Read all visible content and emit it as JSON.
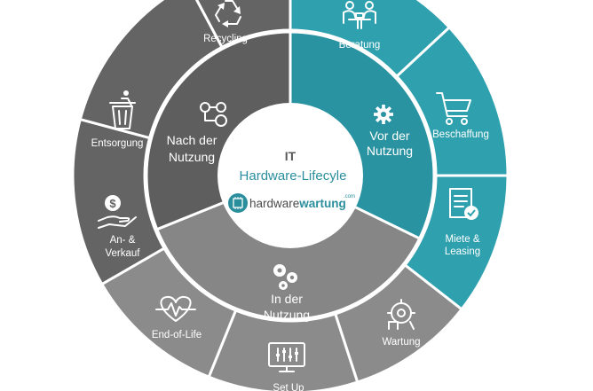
{
  "center": {
    "title": "IT",
    "subtitle": "Hardware-Lifecyle",
    "logo_text_a": "hardware",
    "logo_text_b": "wartung",
    "logo_suffix": ".com"
  },
  "phases": {
    "vor": {
      "line1": "Vor der",
      "line2": "Nutzung",
      "icon": "gear-icon"
    },
    "nach": {
      "line1": "Nach der",
      "line2": "Nutzung",
      "icon": "process-gears-icon"
    },
    "in": {
      "line1": "In der",
      "line2": "Nutzung",
      "icon": "gears-icon"
    }
  },
  "stages": {
    "beratung": {
      "label": "Beratung",
      "icon": "meeting-icon"
    },
    "beschaffung": {
      "label": "Beschaffung",
      "icon": "shopping-cart-icon"
    },
    "miete": {
      "line1": "Miete &",
      "line2": "Leasing",
      "icon": "contract-icon"
    },
    "wartung": {
      "label": "Wartung",
      "icon": "maintenance-icon"
    },
    "setup": {
      "label": "Set Up",
      "icon": "monitor-settings-icon"
    },
    "endoflife": {
      "label": "End-of-Life",
      "icon": "heartbeat-icon"
    },
    "verkauf": {
      "line1": "An- &",
      "line2": "Verkauf",
      "icon": "money-hand-icon"
    },
    "entsorgung": {
      "label": "Entsorgung",
      "icon": "trash-icon"
    },
    "recycling": {
      "label": "Recycling",
      "icon": "recycle-icon"
    }
  },
  "colors": {
    "teal": "#2fa0ae",
    "teal_inner": "#2a93a1",
    "dark_gray": "#646464",
    "dark_gray_inner": "#5e5e5e",
    "mid_gray": "#8b8b8b",
    "mid_gray_inner": "#868686",
    "accent_teal_text": "#2a8e9d",
    "title_text": "#5a5a5a"
  }
}
